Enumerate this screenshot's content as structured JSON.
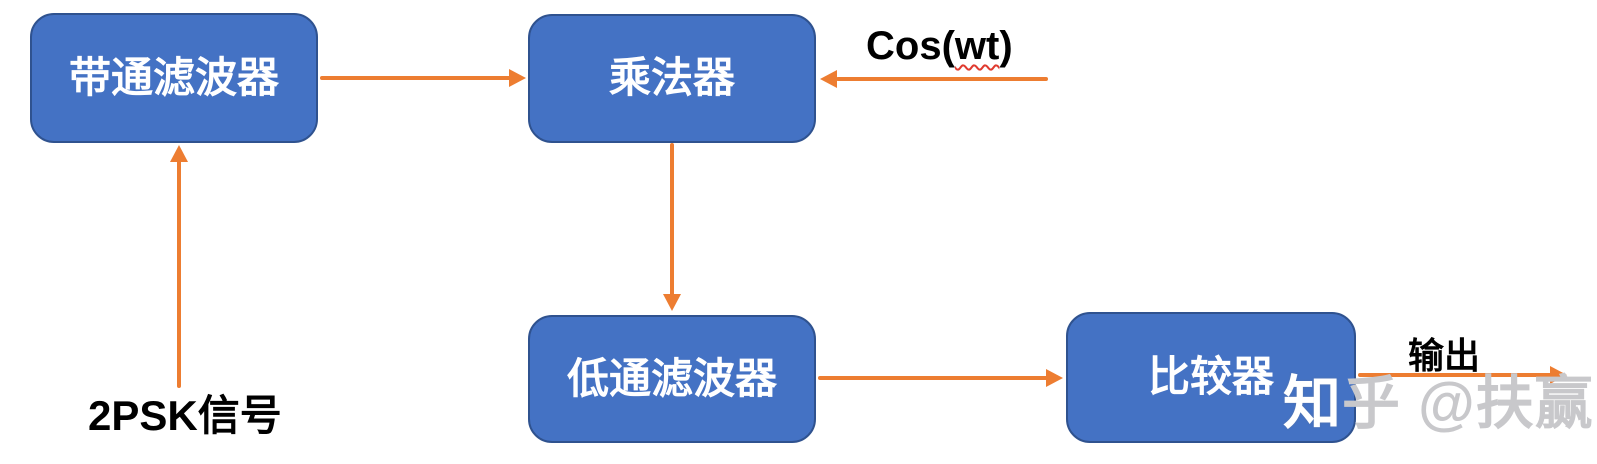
{
  "diagram": {
    "nodes": {
      "bandpass": {
        "label": "带通滤波器"
      },
      "multiplier": {
        "label": "乘法器"
      },
      "lowpass": {
        "label": "低通滤波器"
      },
      "comparator": {
        "label": "比较器"
      }
    },
    "labels": {
      "carrier_prefix": "Cos(",
      "carrier_wavy": "wt",
      "carrier_suffix": ")",
      "input_signal": "2PSK信号",
      "output": "输出"
    },
    "watermark": {
      "white_part": "知",
      "gray_part": "乎 @扶赢"
    },
    "colors": {
      "node_fill": "#4472C4",
      "node_border": "#2F528F",
      "arrow": "#ED7D31",
      "node_text": "#FFFFFF",
      "label_text": "#000000",
      "spellcheck_underline": "#E03A2F",
      "watermark": "#C8C8CB"
    }
  }
}
